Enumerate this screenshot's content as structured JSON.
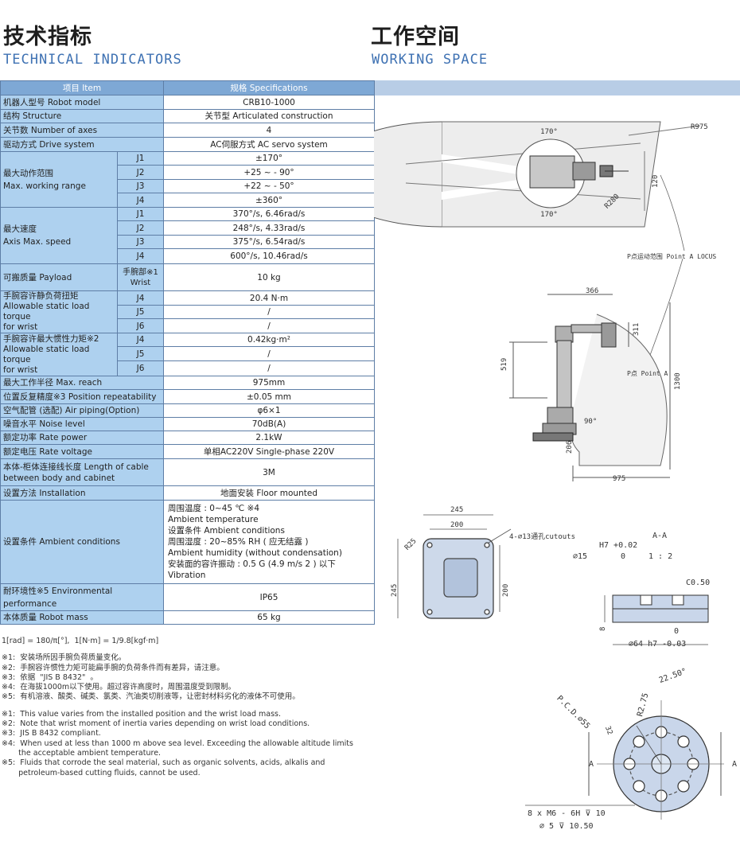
{
  "left_heading": {
    "cn": "技术指标",
    "en": "TECHNICAL INDICATORS"
  },
  "right_heading": {
    "cn": "工作空间",
    "en": "WORKING SPACE"
  },
  "spec_table": {
    "header": {
      "item": "项目  Item",
      "spec": "规格  Specifications"
    },
    "model": {
      "label": "机器人型号  Robot model",
      "value": "CRB10-1000"
    },
    "structure": {
      "label": "结构  Structure",
      "value": "关节型  Articulated construction"
    },
    "axes": {
      "label": "关节数  Number of axes",
      "value": "4"
    },
    "drive": {
      "label": "驱动方式  Drive system",
      "value": "AC伺服方式   AC servo system"
    },
    "range": {
      "label1": "最大动作范围",
      "label2": "Max. working range",
      "rows": [
        {
          "j": "J1",
          "v": "±170°"
        },
        {
          "j": "J2",
          "v": "+25  ~  - 90°"
        },
        {
          "j": "J3",
          "v": "+22  ~  - 50°"
        },
        {
          "j": "J4",
          "v": "±360°"
        }
      ]
    },
    "speed": {
      "label1": "最大速度",
      "label2": "Axis Max. speed",
      "rows": [
        {
          "j": "J1",
          "v": "370°/s,  6.46rad/s"
        },
        {
          "j": "J2",
          "v": "248°/s,  4.33rad/s"
        },
        {
          "j": "J3",
          "v": "375°/s,  6.54rad/s"
        },
        {
          "j": "J4",
          "v": "600°/s,  10.46rad/s"
        }
      ]
    },
    "payload": {
      "label": "可搬质量   Payload",
      "sub1": "手腕部※1",
      "sub2": "Wrist",
      "value": "10 kg"
    },
    "torque": {
      "label1": "手腕容许静负荷扭矩",
      "label2": "Allowable static load torque",
      "label3": "for wrist",
      "rows": [
        {
          "j": "J4",
          "v": "20.4 N·m"
        },
        {
          "j": "J5",
          "v": "/"
        },
        {
          "j": "J6",
          "v": "/"
        }
      ]
    },
    "inertia": {
      "label1": "手腕容许最大惯性力矩※2",
      "label2": "Allowable static load torque",
      "label3": "for wrist",
      "rows": [
        {
          "j": "J4",
          "v": "0.42kg·m²"
        },
        {
          "j": "J5",
          "v": "/"
        },
        {
          "j": "J6",
          "v": "/"
        }
      ]
    },
    "reach": {
      "label": "最大工作半径   Max. reach",
      "value": "975mm"
    },
    "repeat": {
      "label": "位置反复精度※3  Position repeatability",
      "value": "±0.05 mm"
    },
    "air": {
      "label": "空气配管 (选配)   Air piping(Option)",
      "value": "φ6×1"
    },
    "noise": {
      "label": "噪音水平  Noise level",
      "value": "70dB(A)"
    },
    "power": {
      "label": "额定功率  Rate power",
      "value": "2.1kW"
    },
    "voltage": {
      "label": "额定电压  Rate voltage",
      "value": "单相AC220V   Single-phase 220V"
    },
    "cable": {
      "label1": "本体-柜体连接线长度    Length of cable",
      "label2": "between body and cabinet",
      "value": "3M"
    },
    "install": {
      "label": "设置方法   Installation",
      "value": "地面安装   Floor mounted"
    },
    "ambient": {
      "label": "设置条件    Ambient conditions",
      "lines": [
        "周围温度 :  0~45 ℃ ※4",
        "Ambient temperature",
        "设置条件 Ambient conditions",
        "周围湿度 :  20~85% RH  ( 应无结露 )",
        "Ambient humidity (without condensation)",
        "安装面的容许振动 :  0.5 G (4.9 m/s 2 ) 以下",
        "Vibration"
      ]
    },
    "env": {
      "label": "耐环境性※5  Environmental performance",
      "value": "IP65"
    },
    "mass": {
      "label": "本体质量  Robot mass",
      "value": "65 kg"
    }
  },
  "notes": {
    "conv": "1[rad] = 180/π[°],  1[N·m] = 1/9.8[kgf·m]",
    "cn": [
      "※1:  安装场所因手腕负荷质量变化。",
      "※2:  手腕容许惯性力矩可能扁手腕的负荷条件而有差异，请注意。",
      "※3:  依据  \"JIS B 8432\"  。",
      "※4:  在海拔1000m以下使用。超过容许高度时，周围温度受到限制。",
      "※5:  有机溶液、酸类、碱类、氯类、汽油类切削液等，让密封材料劣化的液体不可使用。"
    ],
    "en": [
      "※1:  This value varies from the installed position and the wrist load mass.",
      "※2:  Note that wrist moment of inertia varies depending on wrist load conditions.",
      "※3:  JIS B 8432 compliant.",
      "※4:  When used at less than 1000 m above sea level. Exceeding the allowable altitude limits",
      "       the acceptable ambient temperature.",
      "※5:  Fluids that corrode the seal material, such as organic solvents, acids, alkalis and",
      "       petroleum-based cutting fluids, cannot be used."
    ]
  },
  "drawing": {
    "top": {
      "angle_top": "170°",
      "angle_bottom": "170°",
      "r_outer": "R975",
      "r_inner": "R280",
      "dim_side": "120"
    },
    "locus_label": "P点运动范围 Point A LOCUS",
    "side": {
      "d_top": "366",
      "d_wrist": "311",
      "d_upper": "519",
      "d_height": "1300",
      "point_label": "P点 Point A",
      "angle": "90°",
      "d_base": "206",
      "d_reach": "975"
    },
    "base": {
      "w_total": "245",
      "w_holes": "200",
      "h_total": "245",
      "h_holes": "200",
      "radius": "R25",
      "holes": "4-∅13通孔cutouts"
    },
    "flange_section": {
      "fit": "H7 +0.02",
      "fit_low": "0",
      "dia_bore": "∅15",
      "section": "A-A",
      "scale": "1 : 2",
      "chamfer": "C0.50",
      "dia_tol_up": "0",
      "dia_outer": "∅64 h7 -0.03",
      "height": "8"
    },
    "flange_face": {
      "angle": "22.50°",
      "pcd": "P.C.D.∅55",
      "radius": "R2.75",
      "dim": "32",
      "mark_a": "A",
      "thread": "8 x  M6 - 6H ⊽ 10",
      "pin": "∅ 5 ⊽ 10.50"
    }
  }
}
